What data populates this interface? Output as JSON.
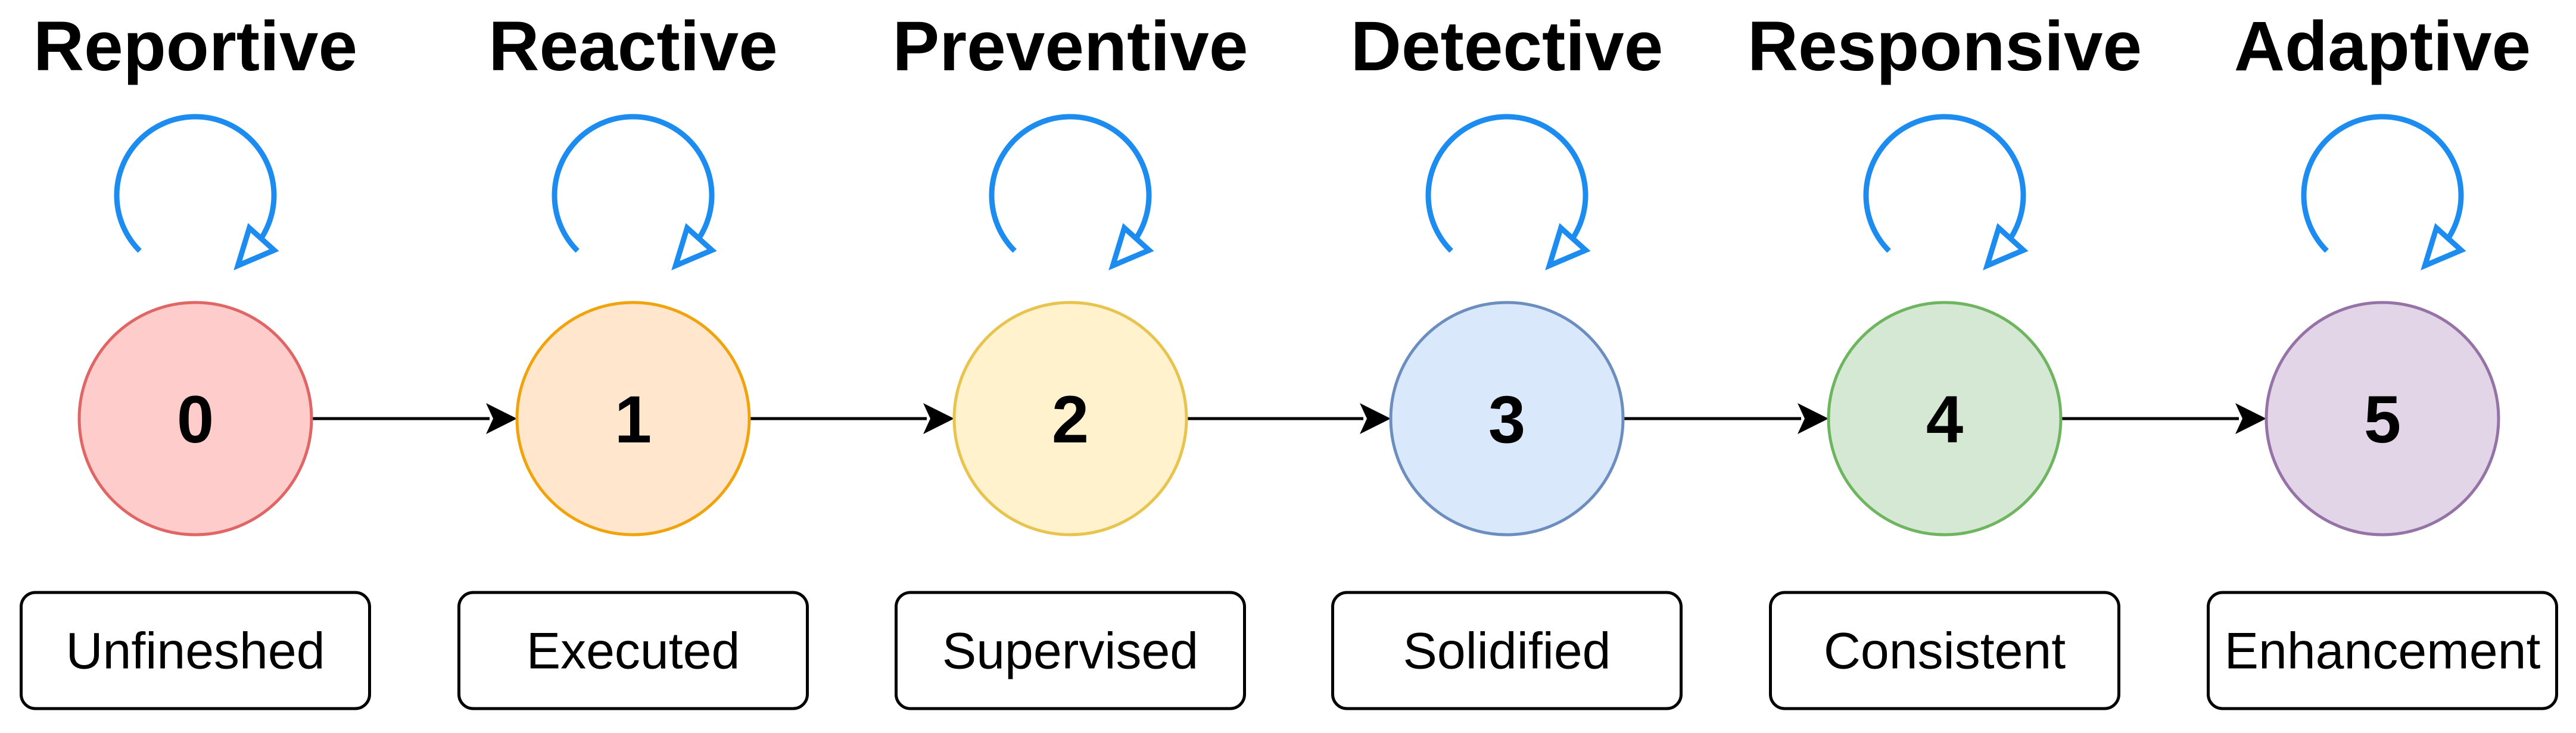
{
  "stages": [
    {
      "title": "Reportive",
      "number": "0",
      "status": "Unfineshed",
      "fill": "#FFCCCC",
      "stroke": "#E06666"
    },
    {
      "title": "Reactive",
      "number": "1",
      "status": "Executed",
      "fill": "#FFE6CC",
      "stroke": "#F0A30A"
    },
    {
      "title": "Preventive",
      "number": "2",
      "status": "Supervised",
      "fill": "#FFF2CC",
      "stroke": "#E8C34E"
    },
    {
      "title": "Detective",
      "number": "3",
      "status": "Solidified",
      "fill": "#DAE8FC",
      "stroke": "#6C8EBF"
    },
    {
      "title": "Responsive",
      "number": "4",
      "status": "Consistent",
      "fill": "#D5E8D4",
      "stroke": "#6DB55E"
    },
    {
      "title": "Adaptive",
      "number": "5",
      "status": "Enhancement",
      "fill": "#E1D5E7",
      "stroke": "#9673A6"
    }
  ],
  "colors": {
    "loop_arrow": "#1C8CF0",
    "connector": "#000000",
    "label_border": "#000000"
  }
}
